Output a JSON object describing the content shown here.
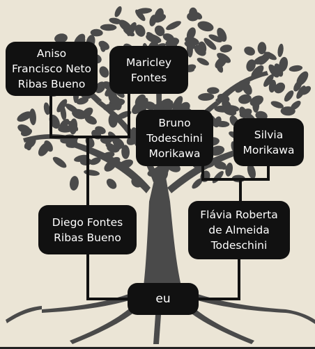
{
  "colors": {
    "background": "#ebe5d6",
    "tree": "#4a4a4a",
    "node_fill": "#111111",
    "node_text": "#ffffff",
    "connector": "#111111"
  },
  "nodes": {
    "aniso": "Aniso\nFrancisco Neto\nRibas Bueno",
    "maricley": "Maricley\nFontes",
    "bruno": "Bruno\nTodeschini\nMorikawa",
    "silvia": "Silvia\nMorikawa",
    "diego": "Diego Fontes\nRibas Bueno",
    "flavia": "Flávia Roberta\nde Almeida\nTodeschini",
    "eu": "eu"
  }
}
